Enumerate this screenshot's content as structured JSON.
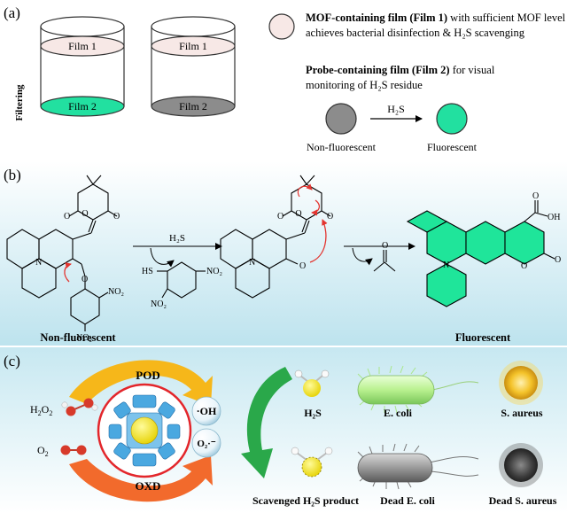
{
  "panel_a": {
    "label": "(a)",
    "filtering_label": "Filtering",
    "film1_label": "Film 1",
    "film2_label": "Film 2",
    "legend_film1_title": "MOF-containing film (Film 1)",
    "legend_film1_text_1": "with sufficient MOF level",
    "legend_film1_text_2": "achieves bacterial disinfection & H₂S scavenging",
    "legend_film2_title": "Probe-containing film (Film 2)",
    "legend_film2_text_1": "for visual",
    "legend_film2_text_2": "monitoring of H₂S residue",
    "arrow_label": "H₂S",
    "nonfluorescent_label": "Non-fluorescent",
    "fluorescent_label": "Fluorescent",
    "colors": {
      "film1": "#f7e8e6",
      "film2_fluorescent": "#22e0a0",
      "film2_dark": "#8c8c8c"
    }
  },
  "panel_b": {
    "label": "(b)",
    "reagent_label": "H₂S",
    "byproduct_thiol": "HS",
    "nitro_group": "NO₂",
    "carboxyl_group": "OH",
    "left_caption": "Non-fluorescent",
    "right_caption": "Fluorescent",
    "colors": {
      "product_fill": "#1fe59a",
      "arrow_red": "#e3342f"
    }
  },
  "panel_c": {
    "label": "(c)",
    "pod_label": "POD",
    "oxd_label": "OXD",
    "h2o2_label": "H₂O₂",
    "o2_label": "O₂",
    "oh_label": "·OH",
    "superoxide_label": "O₂·⁻",
    "h2s_label": "H₂S",
    "ecoli_label": "E. coli",
    "saureus_label": "S. aureus",
    "scavenged_label": "Scavenged H₂S product",
    "dead_ecoli_label": "Dead E. coli",
    "dead_saureus_label": "Dead S. aureus",
    "colors": {
      "arrow_top": "#f6b71a",
      "arrow_bottom": "#f26a2c",
      "arrow_green": "#2aa84a",
      "mof_blue": "#4aa8e0",
      "ring_red": "#e3262b"
    }
  }
}
